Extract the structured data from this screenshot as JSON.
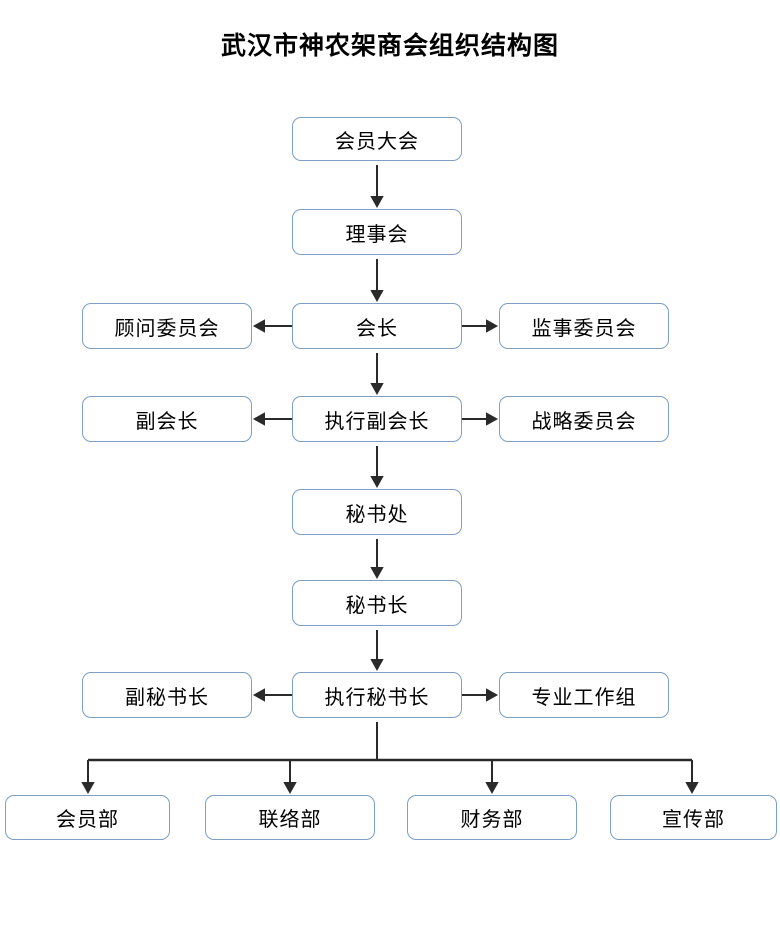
{
  "title": "武汉市神农架商会组织结构图",
  "nodes": {
    "member_assembly": "会员大会",
    "board": "理事会",
    "president": "会长",
    "advisory_committee": "顾问委员会",
    "supervisory_committee": "监事委员会",
    "executive_vice_president": "执行副会长",
    "vice_president": "副会长",
    "strategy_committee": "战略委员会",
    "secretariat": "秘书处",
    "secretary_general": "秘书长",
    "executive_secretary_general": "执行秘书长",
    "deputy_secretary_general": "副秘书长",
    "professional_work_group": "专业工作组",
    "membership_dept": "会员部",
    "liaison_dept": "联络部",
    "finance_dept": "财务部",
    "publicity_dept": "宣传部"
  },
  "colors": {
    "box_border": "#7c9ec7",
    "arrow": "#2a2a2a",
    "text": "#000000",
    "background": "#ffffff"
  }
}
